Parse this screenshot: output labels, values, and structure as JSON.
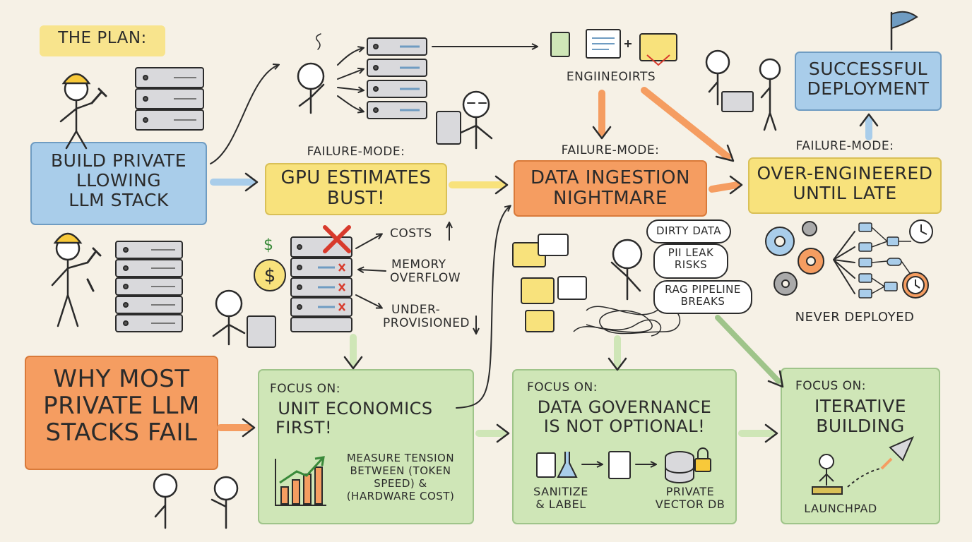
{
  "plan_label": "THE PLAN:",
  "build_box": [
    "BUILD PRIVATE",
    "LLOWING",
    "LLM STACK"
  ],
  "title_box": [
    "WHY MOST",
    "PRIVATE LLM",
    "STACKS FAIL"
  ],
  "failure1": {
    "label": "FAILURE-MODE:",
    "title": [
      "GPU ESTIMATES",
      "BUST!"
    ]
  },
  "failure2": {
    "label": "FAILURE-MODE:",
    "title": [
      "DATA INGESTION",
      "NIGHTMARE"
    ]
  },
  "failure3": {
    "label": "FAILURE-MODE:",
    "title": [
      "OVER-ENGINEERED",
      "UNTIL LATE"
    ]
  },
  "success_box": [
    "SUCCESSFUL",
    "DEPLOYMENT"
  ],
  "engineers_label": "ENGIINEOIRTS",
  "gpu_notes": [
    "COSTS",
    "MEMORY",
    "OVERFLOW",
    "UNDER-",
    "PROVISIONED"
  ],
  "data_bubbles": [
    [
      "DIRTY DATA"
    ],
    [
      "PII LEAK",
      "RISKS"
    ],
    [
      "RAG PIPELINE",
      "BREAKS"
    ]
  ],
  "never_deployed": "NEVER DEPLOYED",
  "focus1": {
    "label": "FOCUS ON:",
    "title": [
      "UNIT ECONOMICS",
      "FIRST!"
    ],
    "note": [
      "MEASURE TENSION",
      "BETWEEN (TOKEN",
      "SPEED) &",
      "(HARDWARE COST)"
    ]
  },
  "focus2": {
    "label": "FOCUS ON:",
    "title": [
      "DATA GOVERNANCE",
      "IS NOT OPTIONAL!"
    ],
    "step1": [
      "SANITIZE",
      "& LABEL"
    ],
    "step2": [
      "PRIVATE",
      "VECTOR DB"
    ]
  },
  "focus3": {
    "label": "FOCUS ON:",
    "title": [
      "ITERATIVE",
      "BUILDING"
    ],
    "caption": "LAUNCHPAD"
  },
  "colors": {
    "blue": "#a9cdea",
    "yellow": "#f8e27c",
    "orange": "#f59d61",
    "green": "#cfe6b7",
    "red": "#d83a2c",
    "ink": "#2b2b2b",
    "paper": "#f6f1e6"
  }
}
